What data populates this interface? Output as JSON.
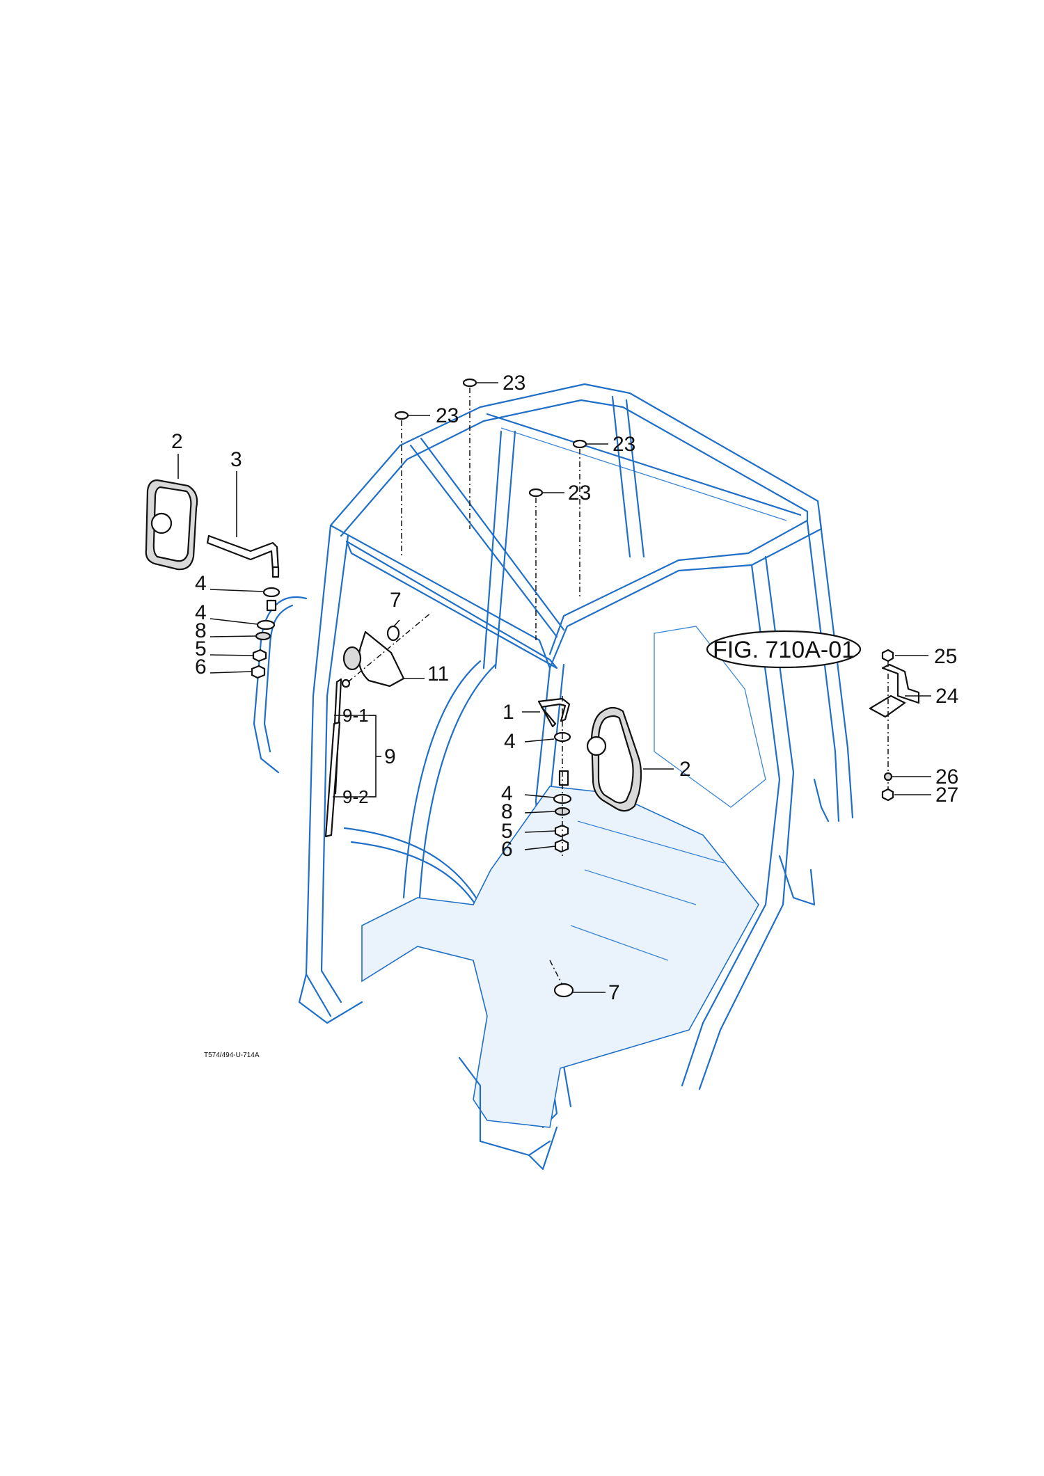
{
  "figure": {
    "label": "FIG. 710A-01",
    "drawing_code": "T574/494-U-714A"
  },
  "callouts": {
    "c1": "1",
    "c2_left": "2",
    "c2_right": "2",
    "c3": "3",
    "c4_left_a": "4",
    "c4_left_b": "4",
    "c4_right_a": "4",
    "c4_right_b": "4",
    "c5_left": "5",
    "c5_right": "5",
    "c6_left": "6",
    "c6_right": "6",
    "c7_upper": "7",
    "c7_lower": "7",
    "c8_left": "8",
    "c8_right": "8",
    "c9": "9",
    "c9_1": "9-1",
    "c9_2": "9-2",
    "c11": "11",
    "c23_a": "23",
    "c23_b": "23",
    "c23_c": "23",
    "c23_d": "23",
    "c24": "24",
    "c25": "25",
    "c26": "26",
    "c27": "27"
  }
}
